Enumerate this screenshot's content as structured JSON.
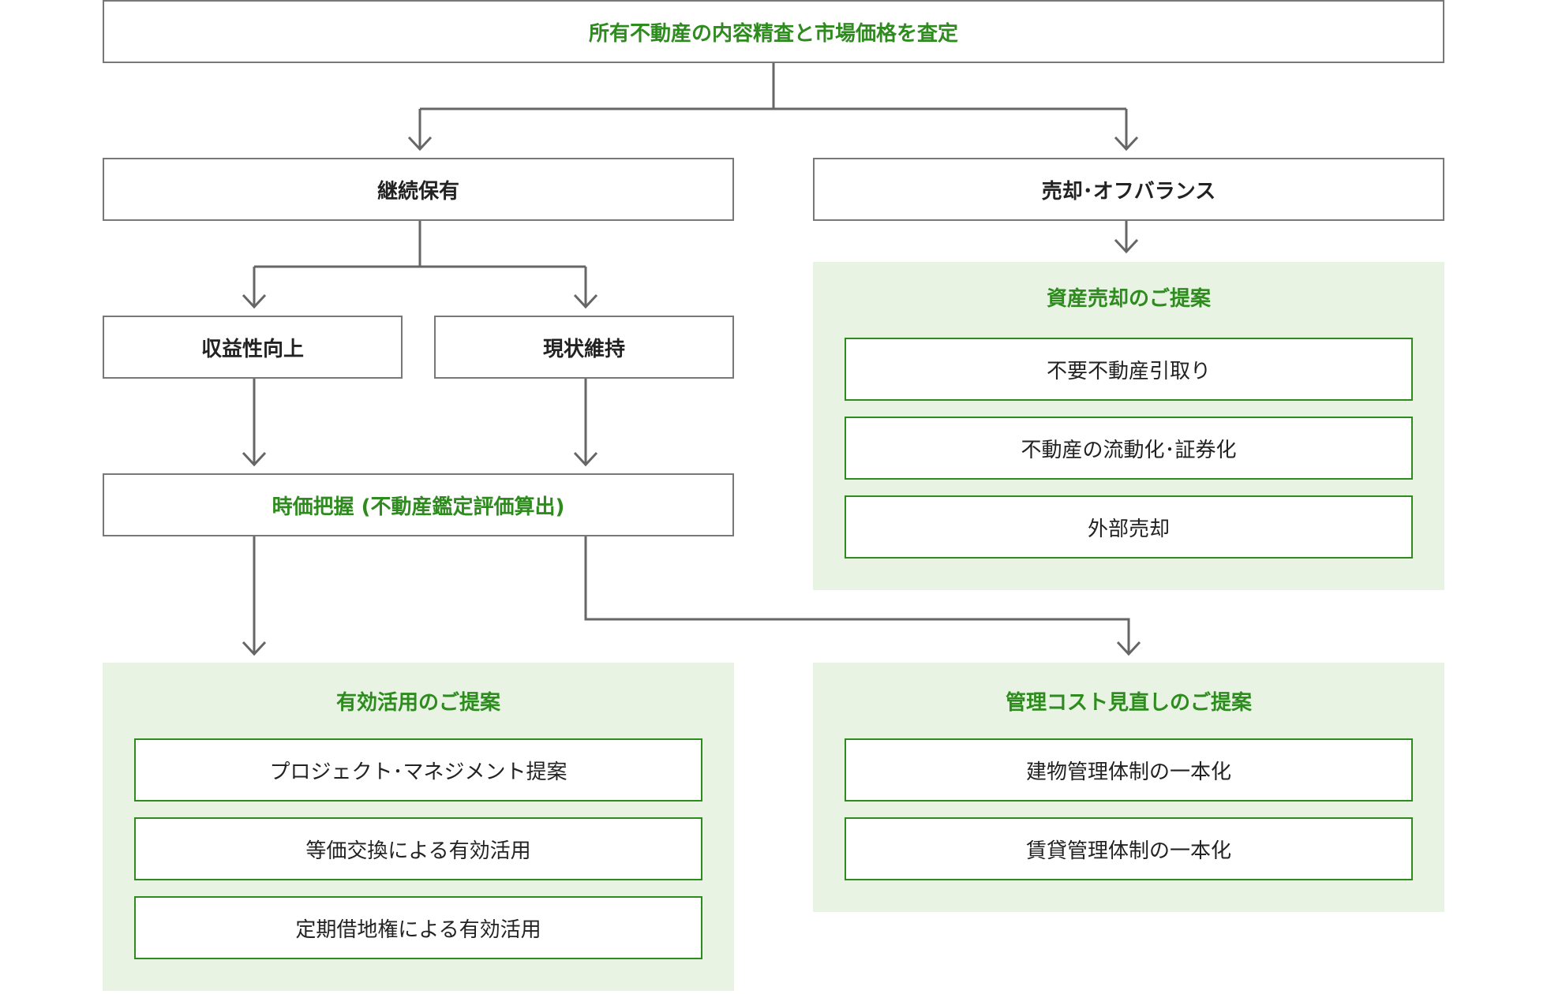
{
  "top": {
    "label": "所有不動産の内容精査と市場価格を査定"
  },
  "hold": {
    "label": "継続保有"
  },
  "sell": {
    "label": "売却･オフバランス"
  },
  "improve": {
    "label": "収益性向上"
  },
  "maintain": {
    "label": "現状維持"
  },
  "valuation": {
    "label": "時価把握 (不動産鑑定評価算出)"
  },
  "sale_panel": {
    "title": "資産売却のご提案",
    "items": [
      "不要不動産引取り",
      "不動産の流動化･証券化",
      "外部売却"
    ]
  },
  "use_panel": {
    "title": "有効活用のご提案",
    "items": [
      "プロジェクト･マネジメント提案",
      "等価交換による有効活用",
      "定期借地権による有効活用"
    ]
  },
  "cost_panel": {
    "title": "管理コスト見直しのご提案",
    "items": [
      "建物管理体制の一本化",
      "賃貸管理体制の一本化"
    ]
  },
  "colors": {
    "accent_green": "#2e8b1e",
    "panel_bg": "#e8f3e4",
    "box_border": "#777777",
    "connector": "#666666"
  }
}
